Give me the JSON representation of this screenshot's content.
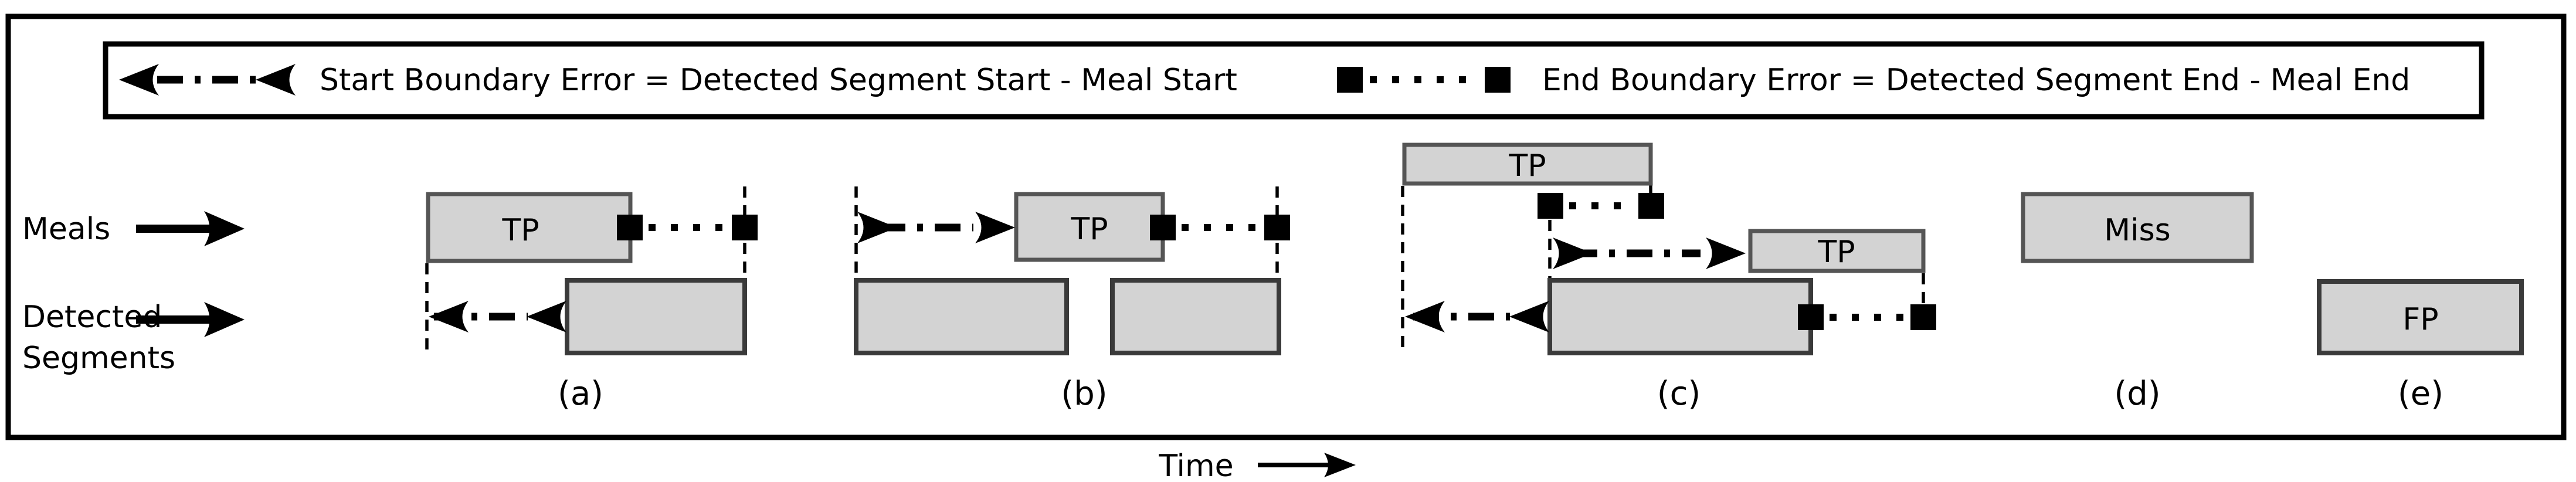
{
  "legend": {
    "start_error_label": "Start Boundary Error = Detected Segment Start - Meal Start",
    "end_error_label": "End Boundary Error = Detected Segment End - Meal End",
    "start_glyph": "dash-dot-line-with-left-arrowheads",
    "end_glyph": "dotted-line-with-black-squares"
  },
  "rows": {
    "meals_label": "Meals",
    "detected_label_line1": "Detected",
    "detected_label_line2": "Segments"
  },
  "scenarios": {
    "a": {
      "caption": "(a)",
      "meal_label": "TP"
    },
    "b": {
      "caption": "(b)",
      "meal_label": "TP"
    },
    "c": {
      "caption": "(c)",
      "meal1_label": "TP",
      "meal2_label": "TP"
    },
    "d": {
      "caption": "(d)",
      "meal_label": "Miss"
    },
    "e": {
      "caption": "(e)",
      "segment_label": "FP"
    }
  },
  "time_axis": {
    "label": "Time"
  },
  "colors": {
    "box_fill": "#d3d3d3",
    "meal_border": "#555555",
    "detected_border": "#3a3a3a",
    "line_color": "#000000",
    "background": "#ffffff"
  }
}
